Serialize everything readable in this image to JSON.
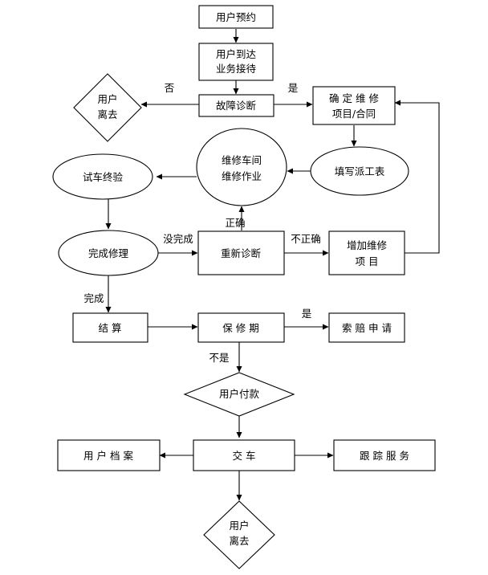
{
  "nodes": {
    "appointment": "用户预约",
    "arrive_line1": "用户到达",
    "arrive_line2": "业务接待",
    "leave_top_line1": "用户",
    "leave_top_line2": "离去",
    "diagnosis": "故障诊断",
    "confirm_line1": "确 定 维 修",
    "confirm_line2": "项目/合同",
    "workshop_line1": "维修车间",
    "workshop_line2": "维修作业",
    "fill_form": "填写派工表",
    "test_drive": "试车终验",
    "complete_repair": "完成修理",
    "rediagnose": "重新诊断",
    "add_line1": "增加维修",
    "add_line2": "项      目",
    "settle": "结      算",
    "warranty": "保 修 期",
    "claim": "索 赔 申 请",
    "payment": "用户付款",
    "records": "用 户 档 案",
    "delivery": "交      车",
    "follow_up": "跟 踪 服 务",
    "leave_bottom_line1": "用户",
    "leave_bottom_line2": "离去"
  },
  "edge_labels": {
    "no": "否",
    "yes": "是",
    "correct": "正确",
    "not_completed": "没完成",
    "incorrect": "不正确",
    "completed": "完成",
    "warranty_yes": "是",
    "not_warranty": "不是"
  }
}
